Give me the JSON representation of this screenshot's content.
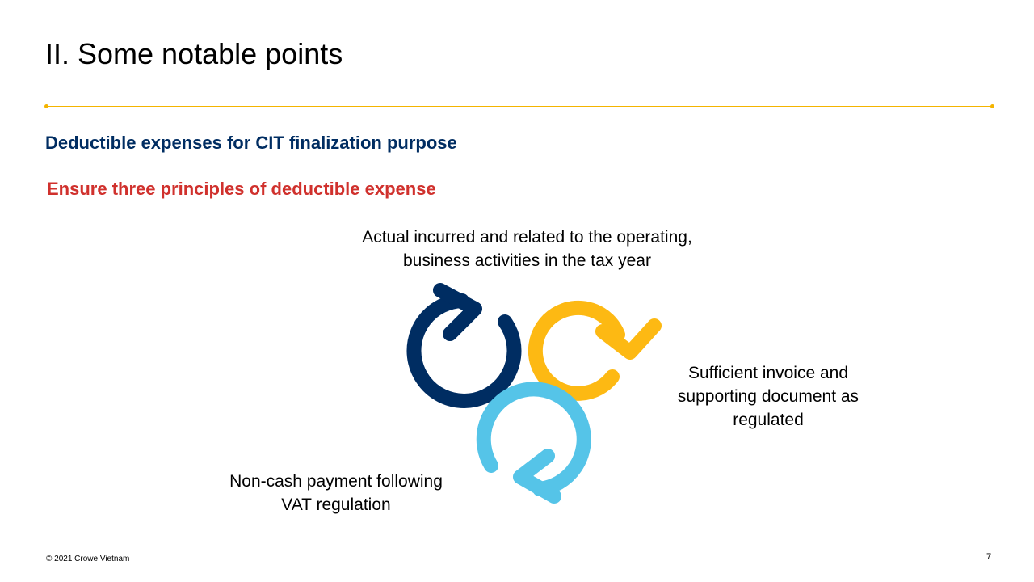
{
  "title": "II. Some notable points",
  "subtitle": "Deductible expenses for CIT finalization purpose",
  "section": "Ensure three principles of deductible expense",
  "principles": [
    {
      "line1": "Actual incurred and related to the operating,",
      "line2": "business activities in the tax year"
    },
    {
      "line1": "Sufficient invoice and",
      "line2": "supporting document as",
      "line3": "regulated"
    },
    {
      "line1": "Non-cash payment following",
      "line2": "VAT regulation"
    }
  ],
  "colors": {
    "navy": "#002d62",
    "yellow": "#fdb913",
    "lightblue": "#55c4e8",
    "red": "#d0312d"
  },
  "footer": {
    "copyright": "© 2021 Crowe Vietnam",
    "page": "7"
  }
}
